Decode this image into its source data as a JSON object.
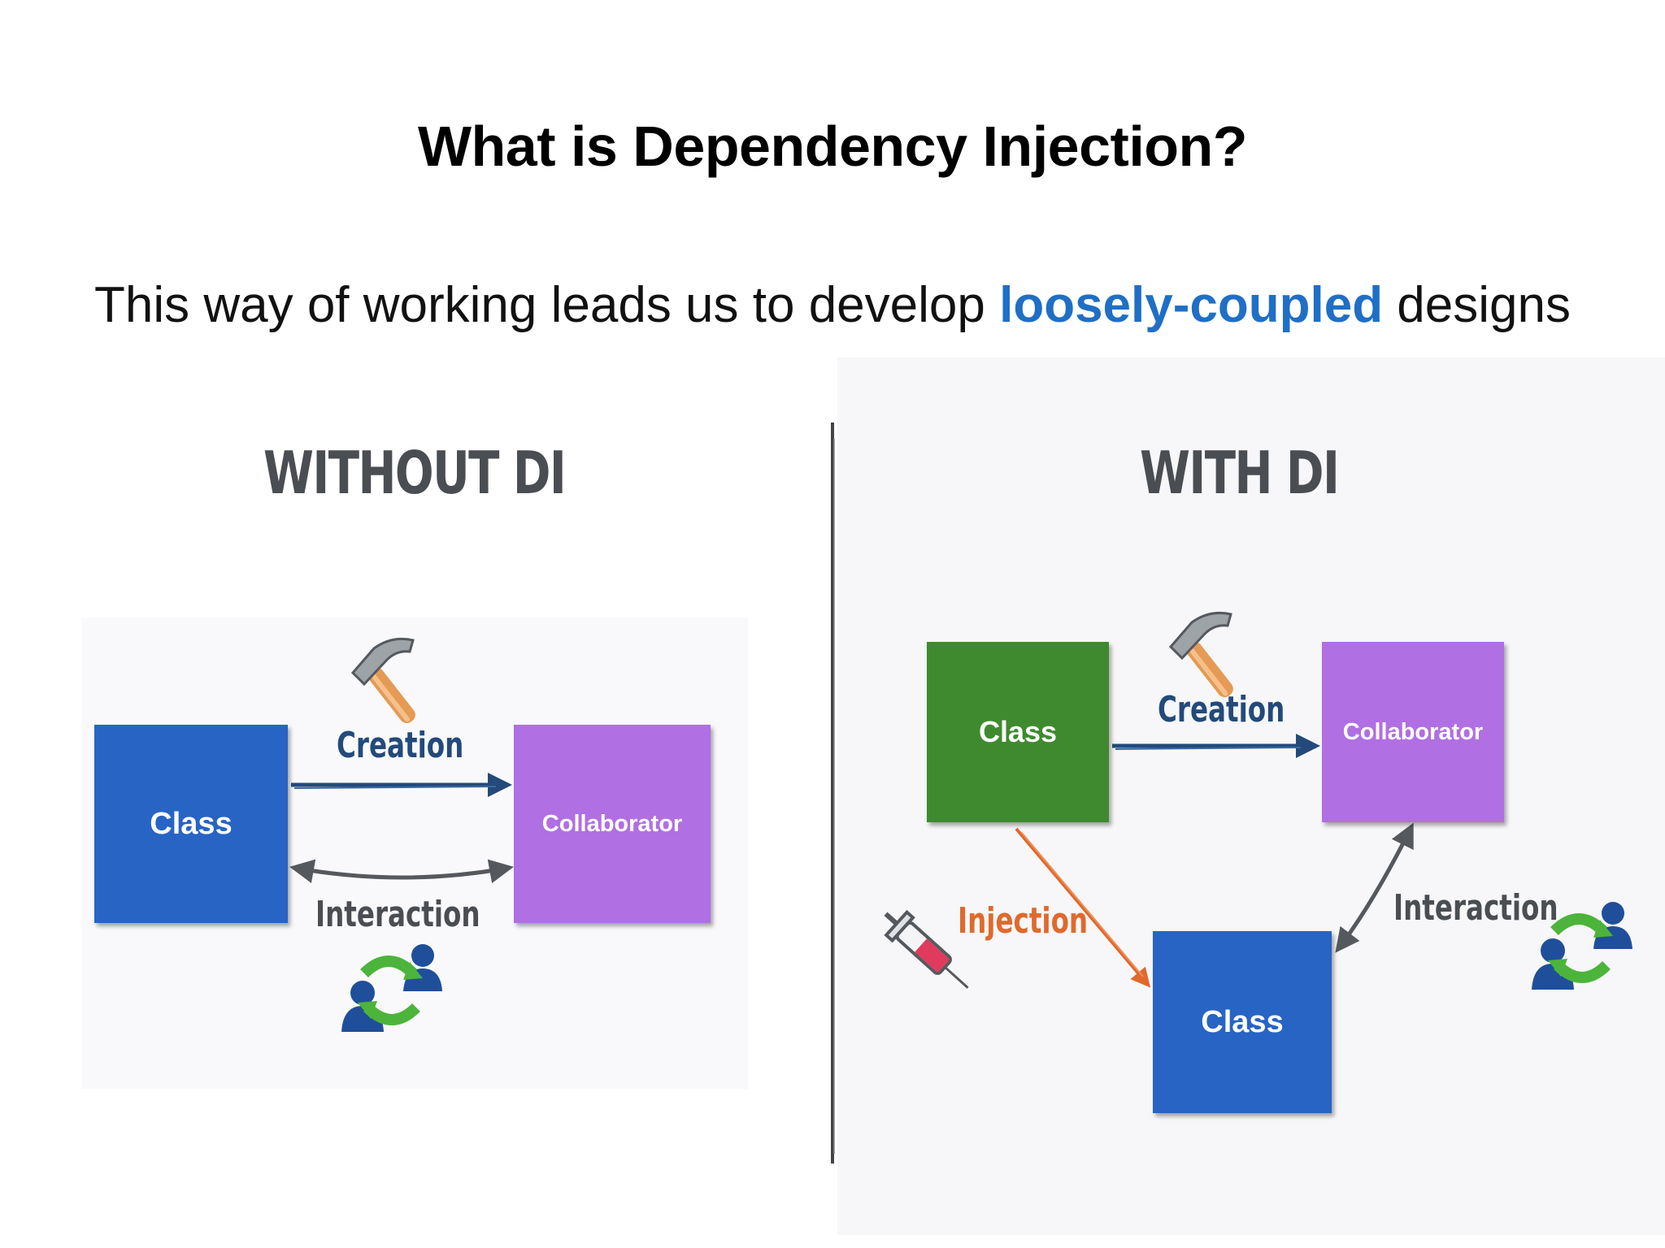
{
  "slide": {
    "title": "What is Dependency Injection?",
    "subtitle_before": "This way of working leads us to develop ",
    "subtitle_highlight": "loosely-coupled",
    "subtitle_after": " designs",
    "highlight_color": "#1f6fc6"
  },
  "without_di": {
    "heading": "WITHOUT DI",
    "class_label": "Class",
    "collaborator_label": "Collaborator",
    "creation_label": "Creation",
    "interaction_label": "Interaction",
    "icons": [
      "hammer-icon",
      "people-exchange-icon"
    ]
  },
  "with_di": {
    "heading": "WITH DI",
    "class_label": "Class",
    "collaborator_label": "Collaborator",
    "dependent_class_label": "Class",
    "creation_label": "Creation",
    "injection_label": "Injection",
    "interaction_label": "Interaction",
    "icons": [
      "hammer-icon",
      "syringe-icon",
      "people-exchange-icon"
    ]
  },
  "colors": {
    "class_blue": "#2764c4",
    "collaborator_purple": "#b06fe3",
    "class_green": "#3f8a2f",
    "creation_arrow": "#234a7a",
    "injection_arrow": "#e0692c",
    "interaction_arrow": "#55595e"
  }
}
